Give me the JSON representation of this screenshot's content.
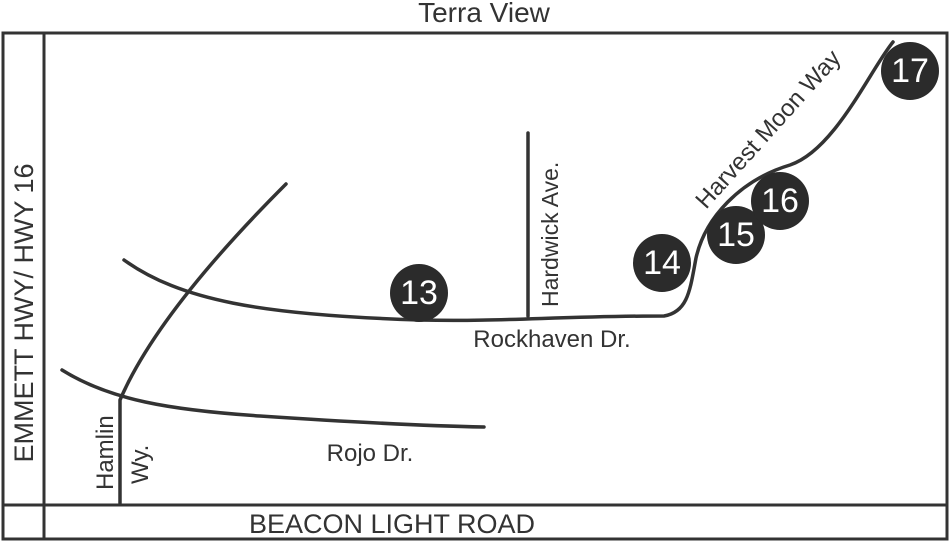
{
  "map": {
    "top_label": "Terra View",
    "west_road": "EMMETT HWY/ HWY 16",
    "south_road": "BEACON LIGHT ROAD",
    "streets": {
      "hamlin_line1": "Hamlin",
      "hamlin_line2": "Wy.",
      "rojo": "Rojo Dr.",
      "rockhaven": "Rockhaven Dr.",
      "hardwick": "Hardwick Ave.",
      "harvest_moon": "Harvest Moon Way"
    },
    "markers": [
      {
        "id": "13",
        "label": "13"
      },
      {
        "id": "14",
        "label": "14"
      },
      {
        "id": "15",
        "label": "15"
      },
      {
        "id": "16",
        "label": "16"
      },
      {
        "id": "17",
        "label": "17"
      }
    ],
    "colors": {
      "ink": "#333333",
      "marker_fill": "#2b2b2b",
      "marker_text": "#ffffff",
      "background": "#ffffff"
    }
  }
}
